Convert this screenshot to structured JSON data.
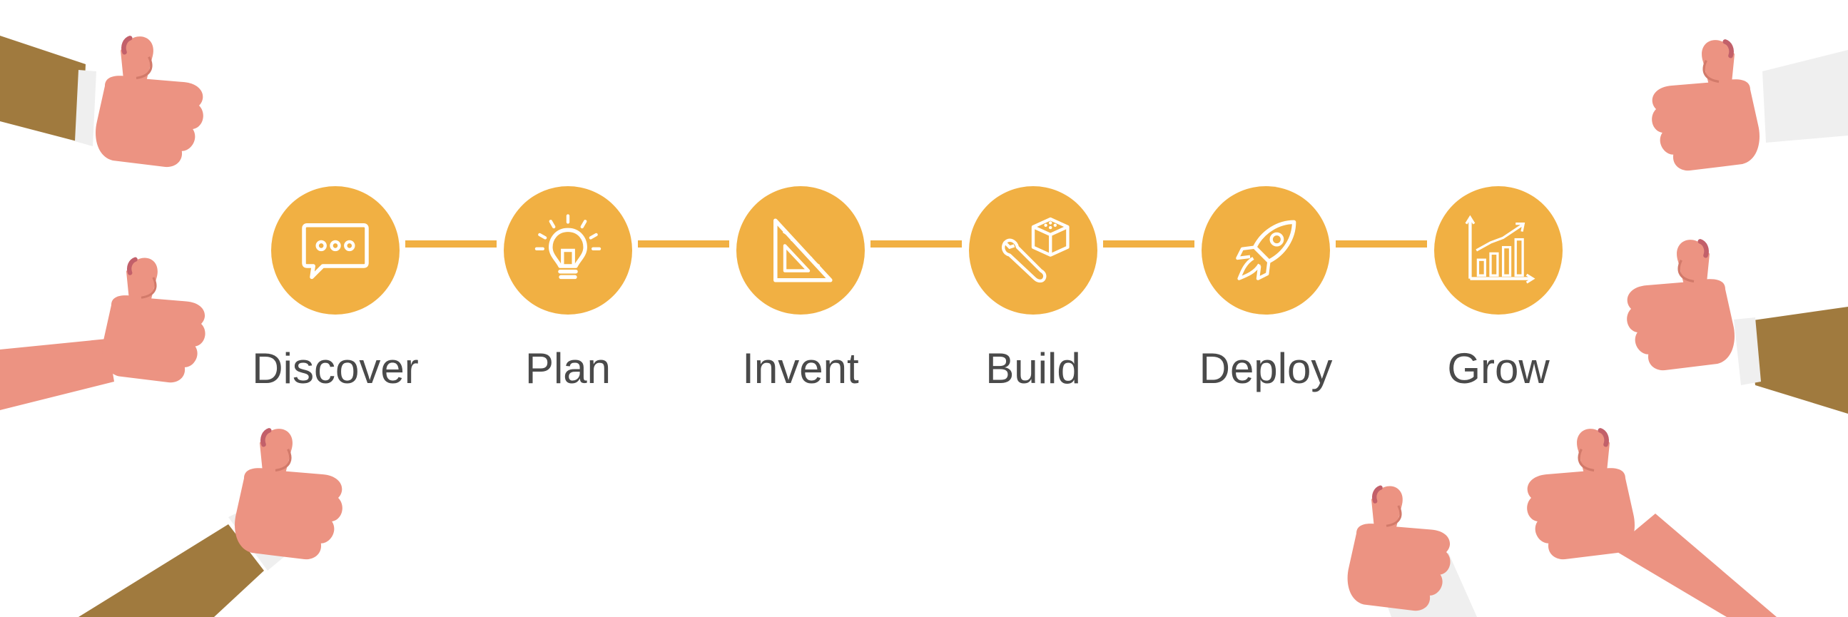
{
  "process": {
    "steps": [
      {
        "label": "Discover",
        "icon": "speech-bubble-icon"
      },
      {
        "label": "Plan",
        "icon": "lightbulb-icon"
      },
      {
        "label": "Invent",
        "icon": "set-square-ruler-icon"
      },
      {
        "label": "Build",
        "icon": "wrench-and-box-icon"
      },
      {
        "label": "Deploy",
        "icon": "rocket-icon"
      },
      {
        "label": "Grow",
        "icon": "bar-chart-growth-icon"
      }
    ]
  },
  "colors": {
    "accent": "#f1b043",
    "label_text": "#4a4a4a",
    "skin": "#ec9382",
    "sleeve_brown": "#a07a3e",
    "sleeve_white": "#efefef"
  },
  "decor": {
    "hands": [
      "thumbs-up-hand-top-left",
      "thumbs-up-hand-middle-left",
      "thumbs-up-hand-bottom-left",
      "thumbs-up-hand-top-right",
      "thumbs-up-hand-middle-right",
      "thumbs-up-hand-bottom-right",
      "thumbs-up-hand-bottom-center-right"
    ]
  }
}
